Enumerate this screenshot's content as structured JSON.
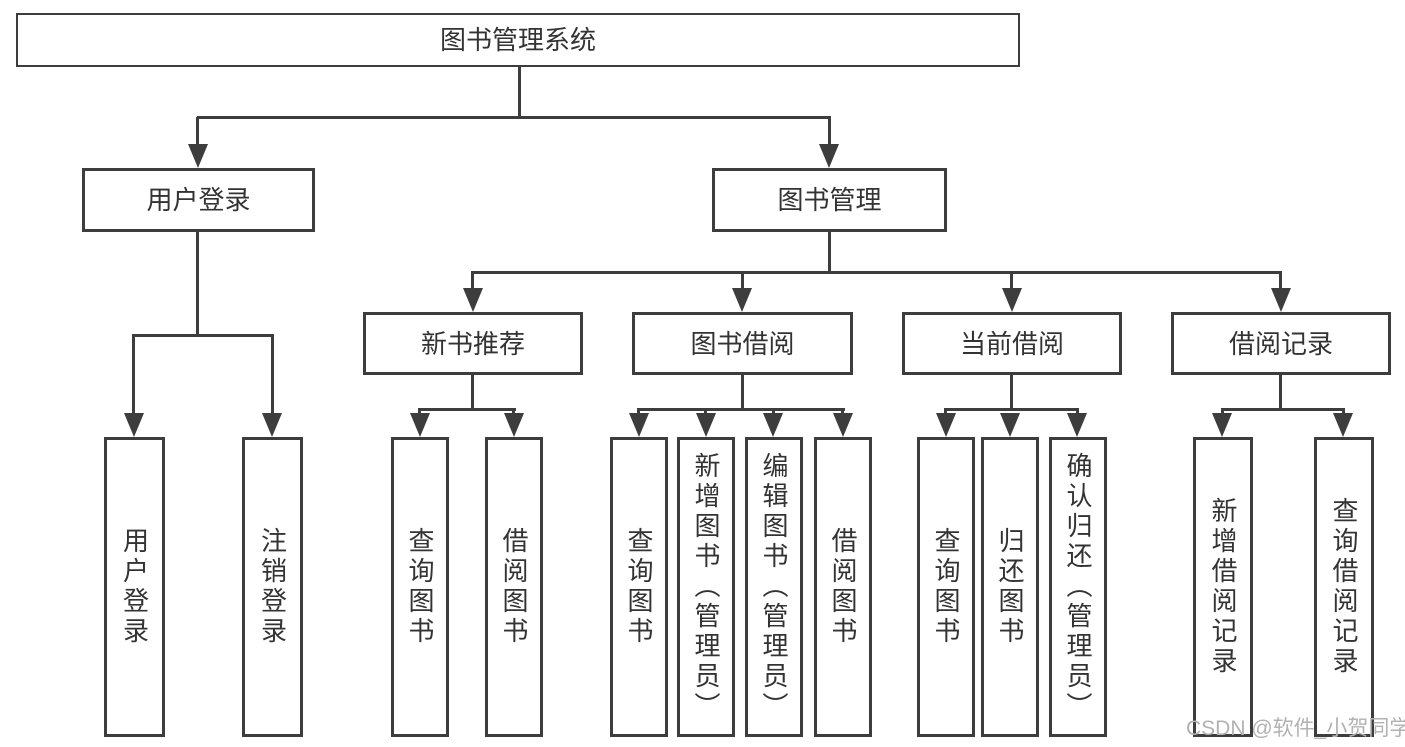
{
  "diagram": {
    "background": "#ffffff",
    "line_color": "#3d3d3d",
    "text_color": "#333333",
    "watermark_color": "#b2b2b2",
    "watermark": "CSDN @软件_小贺同学",
    "tree": {
      "root": {
        "label": "图书管理系统"
      },
      "branches": [
        {
          "label": "用户登录",
          "children": [
            {
              "label": "用户登录"
            },
            {
              "label": "注销登录"
            }
          ]
        },
        {
          "label": "图书管理",
          "groups": [
            {
              "label": "新书推荐",
              "children": [
                {
                  "label": "查询图书"
                },
                {
                  "label": "借阅图书"
                }
              ]
            },
            {
              "label": "图书借阅",
              "children": [
                {
                  "label": "查询图书"
                },
                {
                  "label": "新增图书（管理员）"
                },
                {
                  "label": "编辑图书（管理员）"
                },
                {
                  "label": "借阅图书"
                }
              ]
            },
            {
              "label": "当前借阅",
              "children": [
                {
                  "label": "查询图书"
                },
                {
                  "label": "归还图书"
                },
                {
                  "label": "确认归还（管理员）"
                }
              ]
            },
            {
              "label": "借阅记录",
              "children": [
                {
                  "label": "新增借阅记录"
                },
                {
                  "label": "查询借阅记录"
                }
              ]
            }
          ]
        }
      ]
    }
  }
}
